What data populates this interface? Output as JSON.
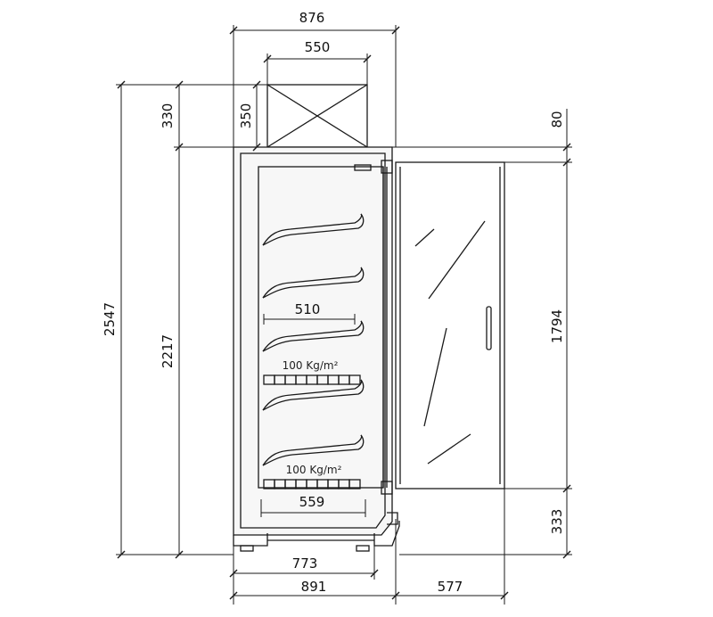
{
  "dimensions": {
    "overall_width": "876",
    "top_unit_width": "550",
    "total_height": "2547",
    "top_offset": "330",
    "top_unit_height": "350",
    "cabinet_height": "2217",
    "top_gap": "80",
    "door_height": "1794",
    "bottom_gap": "333",
    "shelf_depth": "510",
    "base_shelf_depth": "559",
    "foot_width": "773",
    "body_depth": "891",
    "door_swing": "577"
  },
  "load_labels": {
    "upper": "100 Kg/m²",
    "lower": "100 Kg/m²"
  },
  "colors": {
    "line": "#1a1a1a",
    "cabinet_fill": "#f7f7f7",
    "bg": "#ffffff"
  }
}
